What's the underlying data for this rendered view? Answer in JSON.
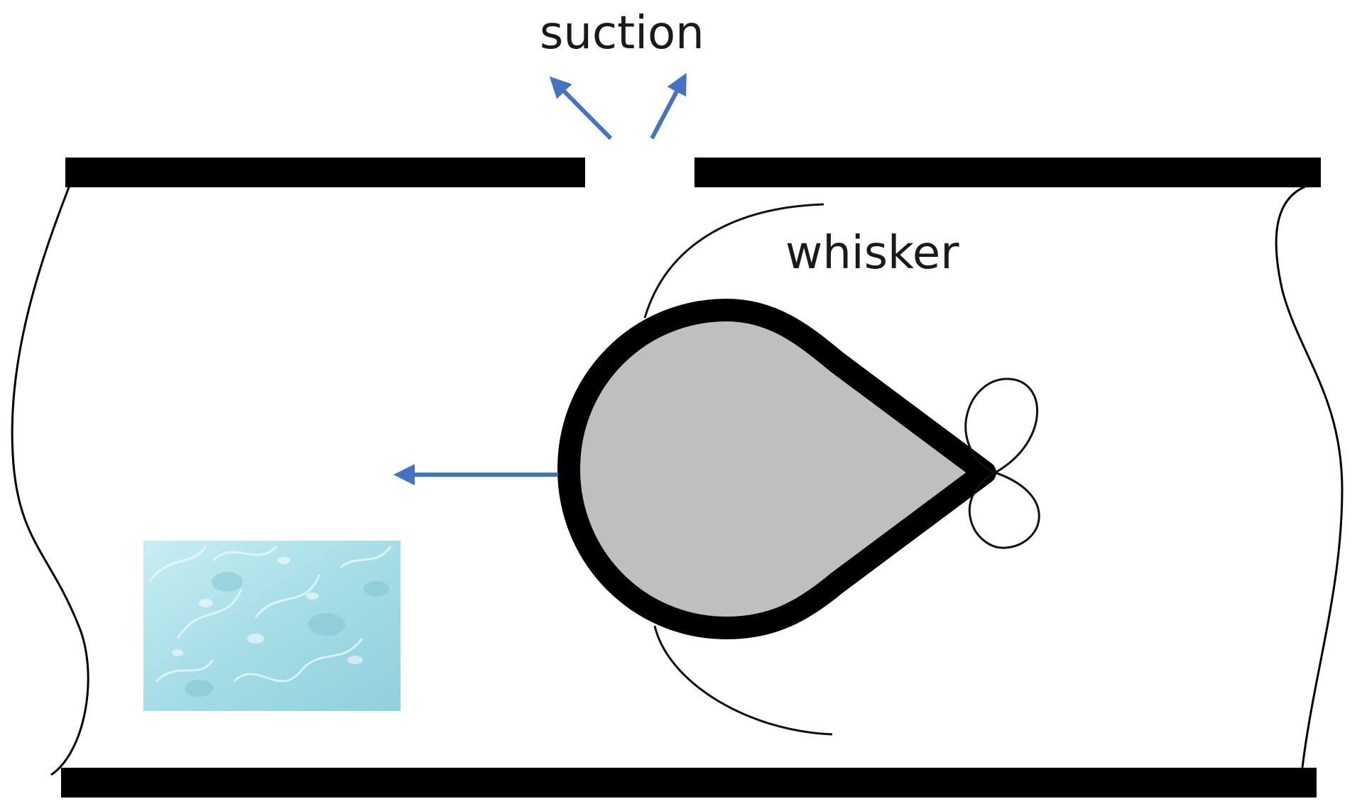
{
  "labels": {
    "suction": "suction",
    "whisker": "whisker"
  },
  "colors": {
    "pipe_wall": "#000000",
    "arrow": "#4472c4",
    "robot_fill": "#bfbfbf",
    "robot_outline": "#000000",
    "whisker": "#111111",
    "wall_texture": "#a8dce6"
  },
  "icons": {
    "propeller": "propeller-icon",
    "wall_texture": "cell-texture-image"
  }
}
